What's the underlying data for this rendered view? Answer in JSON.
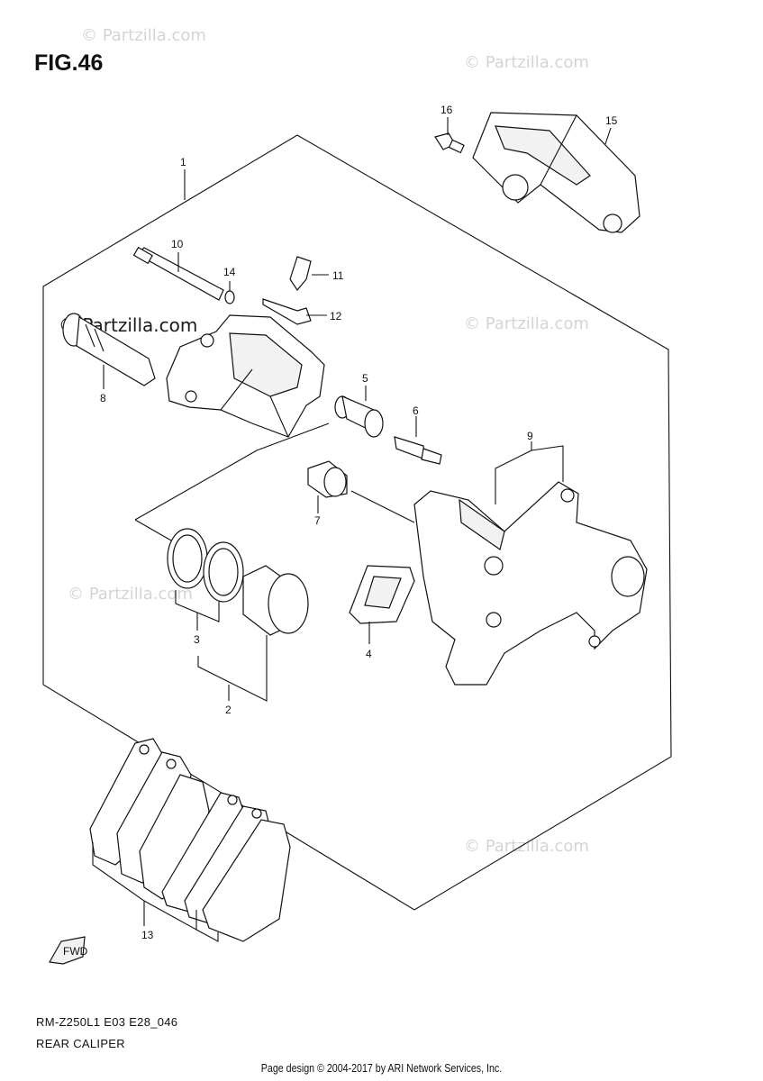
{
  "figure": {
    "title": "FIG.46"
  },
  "callouts": [
    "1",
    "2",
    "3",
    "4",
    "5",
    "6",
    "7",
    "8",
    "9",
    "10",
    "11",
    "12",
    "13",
    "14",
    "15",
    "16"
  ],
  "watermark": {
    "text": "© Partzilla.com"
  },
  "footer": {
    "code": "RM-Z250L1 E03 E28_046",
    "name": "REAR CALIPER",
    "copyright": "Page design © 2004-2017 by ARI Network Services, Inc."
  },
  "fwd_arrow": {
    "label": "FWD"
  }
}
